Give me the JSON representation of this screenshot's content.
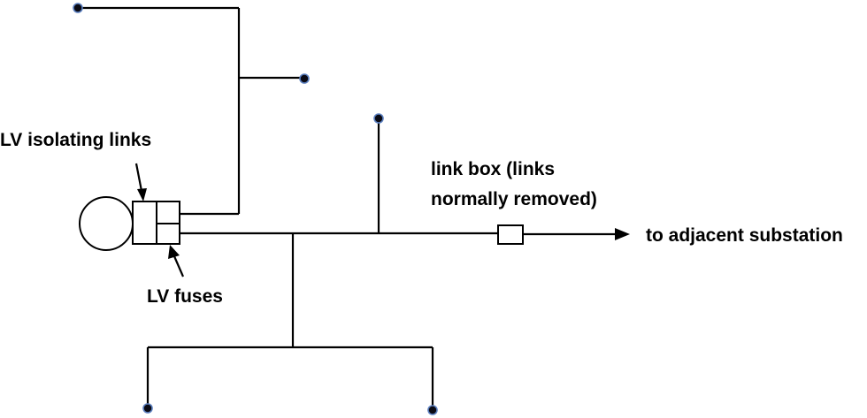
{
  "labels": {
    "isolating_links": "LV isolating links",
    "fuses": "LV fuses",
    "link_box_line1": "link box (links",
    "link_box_line2": "normally removed)",
    "adjacent": "to adjacent substation"
  },
  "colors": {
    "line": "#000000",
    "terminal_fill": "#0a0a14",
    "terminal_ring": "#5b7fbf",
    "background": "#ffffff"
  },
  "icons": {
    "transformer": "circle",
    "terminal": "dot",
    "arrow": "arrowhead"
  }
}
